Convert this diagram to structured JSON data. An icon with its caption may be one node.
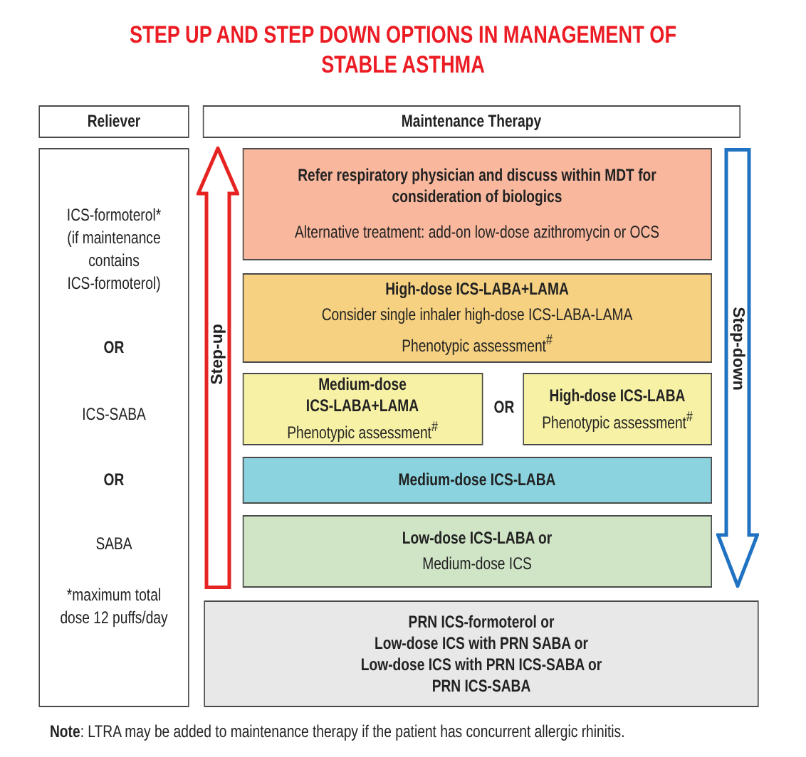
{
  "diagram": {
    "title": "STEP UP AND STEP DOWN OPTIONS IN MANAGEMENT OF STABLE ASTHMA",
    "nodes": [
      {
        "text": [
          "Reliever"
        ]
      },
      {
        "text": [
          "Maintenance Therapy"
        ]
      },
      {
        "text": [
          "ICS-formoterol* (if maintenance contains ICS-formoterol)",
          "OR",
          "ICS-SABA",
          "OR",
          "SABA",
          "*maximum total dose 12 puffs/day"
        ]
      },
      {
        "text": [
          "Step-up"
        ]
      },
      {
        "text": [
          "Refer respiratory physician and discuss within MDT for consideration of biologics",
          "Alternative treatment: add-on low-dose azithromycin or OCS"
        ]
      },
      {
        "text": [
          "High-dose ICS-LABA+LAMA",
          "Consider single inhaler high-dose ICS-LABA-LAMA",
          "Phenotypic assessment$^{#}$"
        ]
      },
      {
        "text": [
          "Medium-dose ICS-LABA+LAMA",
          "Phenotypic assessment$^{#}$"
        ]
      },
      {
        "text": [
          "High-dose ICS-LABA",
          "Phenotypic assessment$^{#}$"
        ]
      },
      {
        "text": [
          "Medium-dose ICS-LABA"
        ]
      },
      {
        "text": [
          "Low-dose ICS-LABA or",
          "Medium-dose ICS"
        ]
      },
      {
        "text": [
          "Step-down"
        ]
      },
      {
        "text": [
          "PRN ICS-formoterol or Low-dose ICS with PRN SABA or Low-dose ICS with PRN ICS-SABA or PRN ICS-SABA"
        ]
      }
    ],
    "labels": [
      "OR",
      "**Note**: LTRA may be added to maintenance therapy if the patient has concurrent allergic rhinitis."
    ]
  }
}
